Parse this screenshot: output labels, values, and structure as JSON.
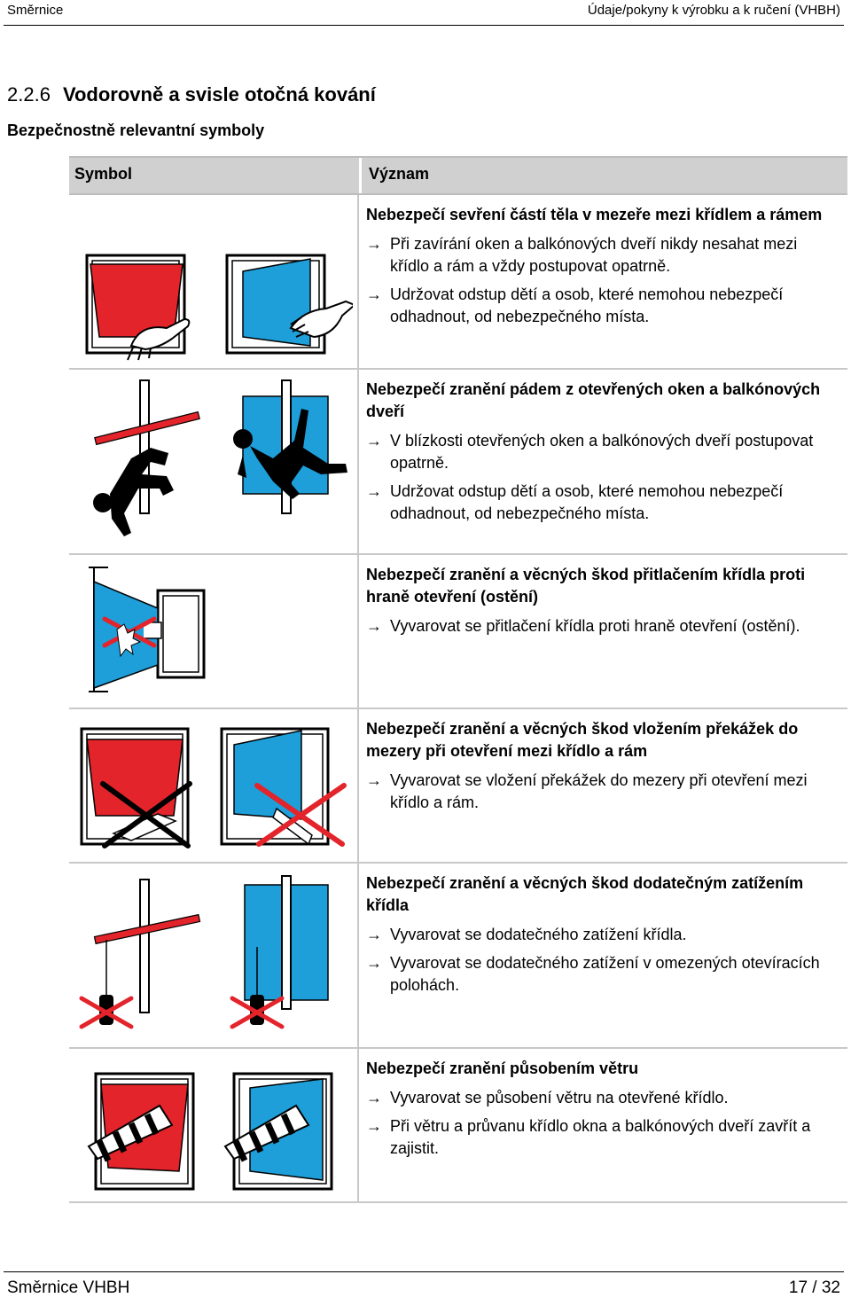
{
  "header": {
    "left": "Směrnice",
    "right": "Údaje/pokyny k výrobku a k ručení (VHBH)"
  },
  "section": {
    "number": "2.2.6",
    "title": "Vodorovně a svisle otočná kování",
    "subtitle": "Bezpečnostně relevantní symboly"
  },
  "table": {
    "col_symbol": "Symbol",
    "col_meaning": "Význam",
    "arrow_glyph": "→",
    "rows": [
      {
        "heading": "Nebezpečí sevření částí těla v mezeře mezi křídlem a rámem",
        "bullets": [
          "Při zavírání oken a balkónových dveří nikdy nesahat mezi křídlo a rám a vždy postupovat opatrně.",
          "Udržovat odstup dětí a osob, které nemohou nebezpečí odhadnout, od nebezpečného místa."
        ]
      },
      {
        "heading": "Nebezpečí zranění pádem z otevřených oken a balkónových dveří",
        "bullets": [
          "V blízkosti otevřených oken a balkónových dveří postupovat opatrně.",
          "Udržovat odstup dětí a osob, které nemohou nebezpečí odhadnout, od nebezpečného místa."
        ]
      },
      {
        "heading": "Nebezpečí zranění a věcných škod přitlačením křídla proti hraně otevření (ostění)",
        "bullets": [
          "Vyvarovat se přitlačení křídla proti hraně otevření (ostění)."
        ]
      },
      {
        "heading": "Nebezpečí zranění a věcných škod vložením překážek do mezery při otevření mezi křídlo a rám",
        "bullets": [
          "Vyvarovat se vložení překážek do mezery při otevření mezi křídlo a rám."
        ]
      },
      {
        "heading": "Nebezpečí zranění a věcných škod dodatečným zatížením křídla",
        "bullets": [
          "Vyvarovat se dodatečného zatížení křídla.",
          "Vyvarovat se dodatečného zatížení v omezených otevíracích polohách."
        ]
      },
      {
        "heading": "Nebezpečí zranění působením větru",
        "bullets": [
          "Vyvarovat se působení větru na otevřené křídlo.",
          "Při větru a průvanu křídlo okna a balkónových dveří zavřít a zajistit."
        ]
      }
    ]
  },
  "footer": {
    "left": "Směrnice VHBH",
    "right": "17 / 32"
  },
  "colors": {
    "red": "#e3242b",
    "blue": "#1e9fd9",
    "black": "#000000",
    "header_gray": "#d0d0d0"
  }
}
